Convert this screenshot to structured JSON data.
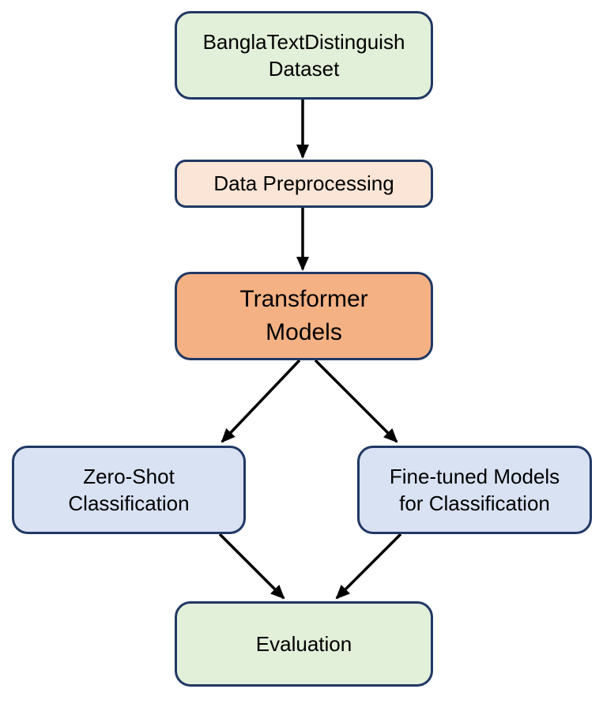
{
  "colors": {
    "background": "#FFFFFF",
    "border": "#203864",
    "arrow": "#000000",
    "green_fill": "#E2EFD9",
    "peach_fill": "#FBE5D6",
    "orange_fill": "#F4B183",
    "blue_fill": "#D9E2F3"
  },
  "nodes": {
    "dataset": {
      "label": [
        "BanglaTextDistinguish",
        "Dataset"
      ],
      "fill": "#E2EFD9"
    },
    "preprocessing": {
      "label": [
        "Data Preprocessing"
      ],
      "fill": "#FBE5D6"
    },
    "transformer": {
      "label": [
        "Transformer",
        "Models"
      ],
      "fill": "#F4B183"
    },
    "zero_shot": {
      "label": [
        "Zero-Shot",
        "Classification"
      ],
      "fill": "#D9E2F3"
    },
    "fine_tuned": {
      "label": [
        "Fine-tuned Models",
        "for Classification"
      ],
      "fill": "#D9E2F3"
    },
    "evaluation": {
      "label": [
        "Evaluation"
      ],
      "fill": "#E2EFD9"
    }
  },
  "edges": [
    {
      "from": "dataset",
      "to": "preprocessing"
    },
    {
      "from": "preprocessing",
      "to": "transformer"
    },
    {
      "from": "transformer",
      "to": "zero_shot"
    },
    {
      "from": "transformer",
      "to": "fine_tuned"
    },
    {
      "from": "zero_shot",
      "to": "evaluation"
    },
    {
      "from": "fine_tuned",
      "to": "evaluation"
    }
  ]
}
